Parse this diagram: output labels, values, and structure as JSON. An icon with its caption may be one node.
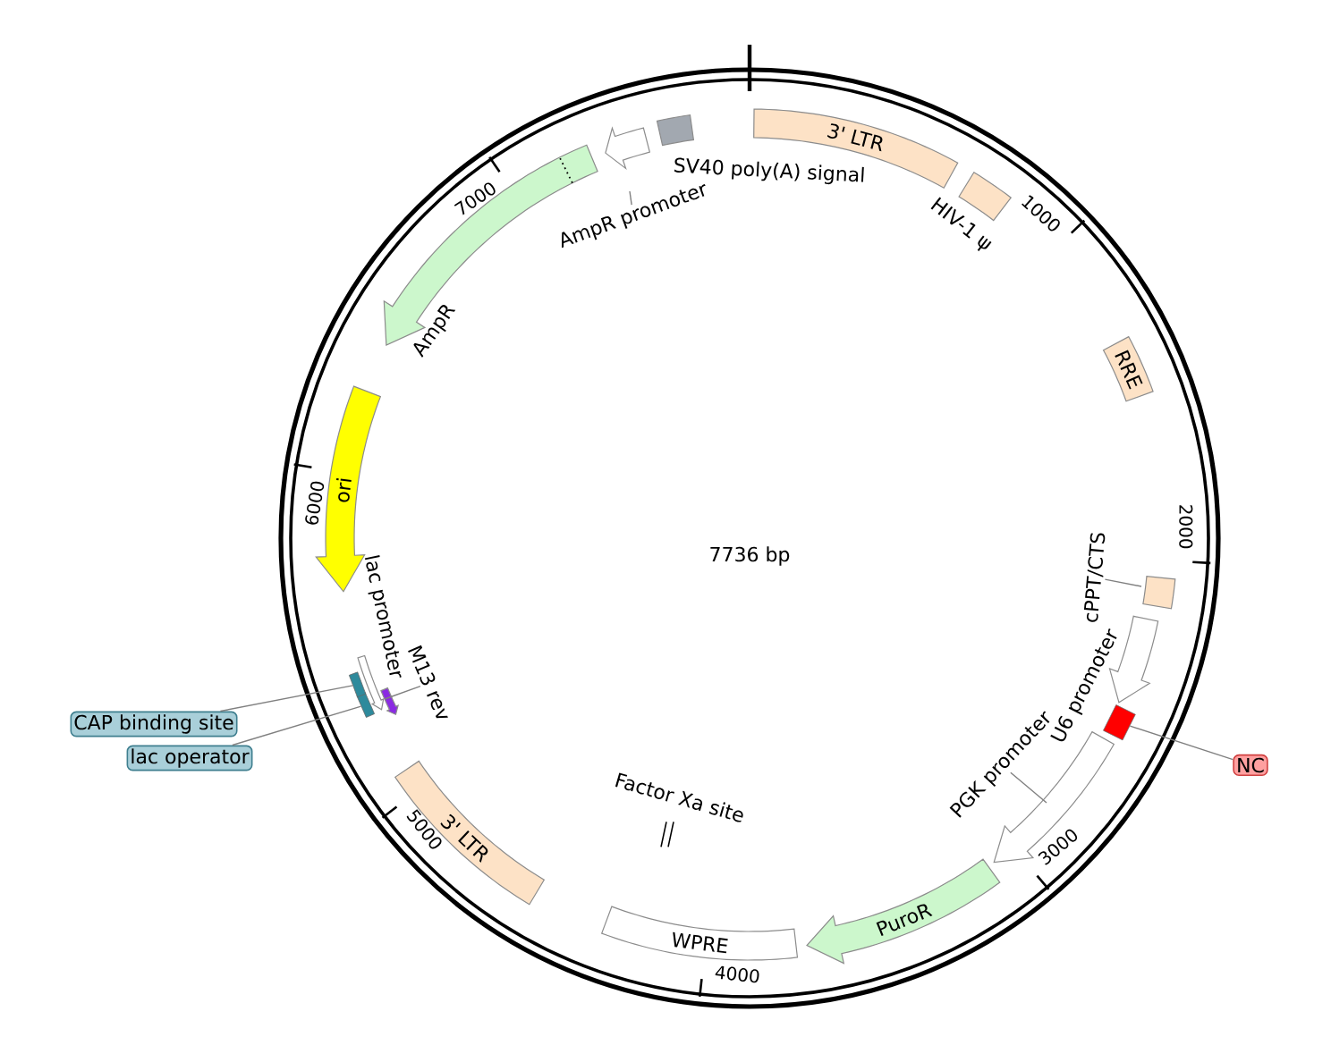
{
  "diagram": {
    "nodes": [
      {
        "text": [
          "3' LTR"
        ]
      },
      {
        "text": [
          "HIV-1 ψ"
        ]
      },
      {
        "text": [
          "RRE"
        ]
      },
      {
        "text": [
          "cPPT/CTS"
        ]
      },
      {
        "text": [
          "U6 promoter"
        ]
      },
      {
        "text": [],
        "shape": "box"
      },
      {
        "text": [
          "NC"
        ]
      },
      {
        "text": [
          "PGK promoter"
        ]
      },
      {
        "text": [
          "PuroR"
        ]
      },
      {
        "text": [
          "WPRE"
        ]
      },
      {
        "text": [
          "Factor Xa site"
        ]
      },
      {
        "text": [
          "3' LTR"
        ]
      },
      {
        "text": [
          "M13 rev"
        ]
      },
      {
        "text": [],
        "shape": "box"
      },
      {
        "text": [
          "lac promoter"
        ]
      },
      {
        "text": [],
        "shape": "box"
      },
      {
        "text": [
          "CAP binding site"
        ]
      },
      {
        "text": [
          "lac operator"
        ]
      },
      {
        "text": [
          "ori"
        ]
      },
      {
        "text": [
          "AmpR"
        ]
      },
      {
        "text": [
          "AmpR promoter"
        ]
      },
      {
        "text": [
          "SV40 poly(A) signal"
        ]
      }
    ],
    "edges": [
      {
        "from": 6,
        "to": 5,
        "arrow": "none"
      },
      {
        "from": 16,
        "to": 15,
        "arrow": "none"
      },
      {
        "from": 17,
        "to": 13,
        "arrow": "none"
      },
      {
        "from": 3,
        "to": null,
        "arrow": "none"
      },
      {
        "from": 7,
        "to": null,
        "arrow": "none"
      },
      {
        "from": 12,
        "to": null,
        "arrow": "none"
      },
      {
        "from": 20,
        "to": null,
        "arrow": "none"
      }
    ],
    "labels": [
      "7000",
      "1000",
      "7736 bp",
      "2000",
      "6000",
      "5000",
      "3000",
      "4000"
    ]
  }
}
